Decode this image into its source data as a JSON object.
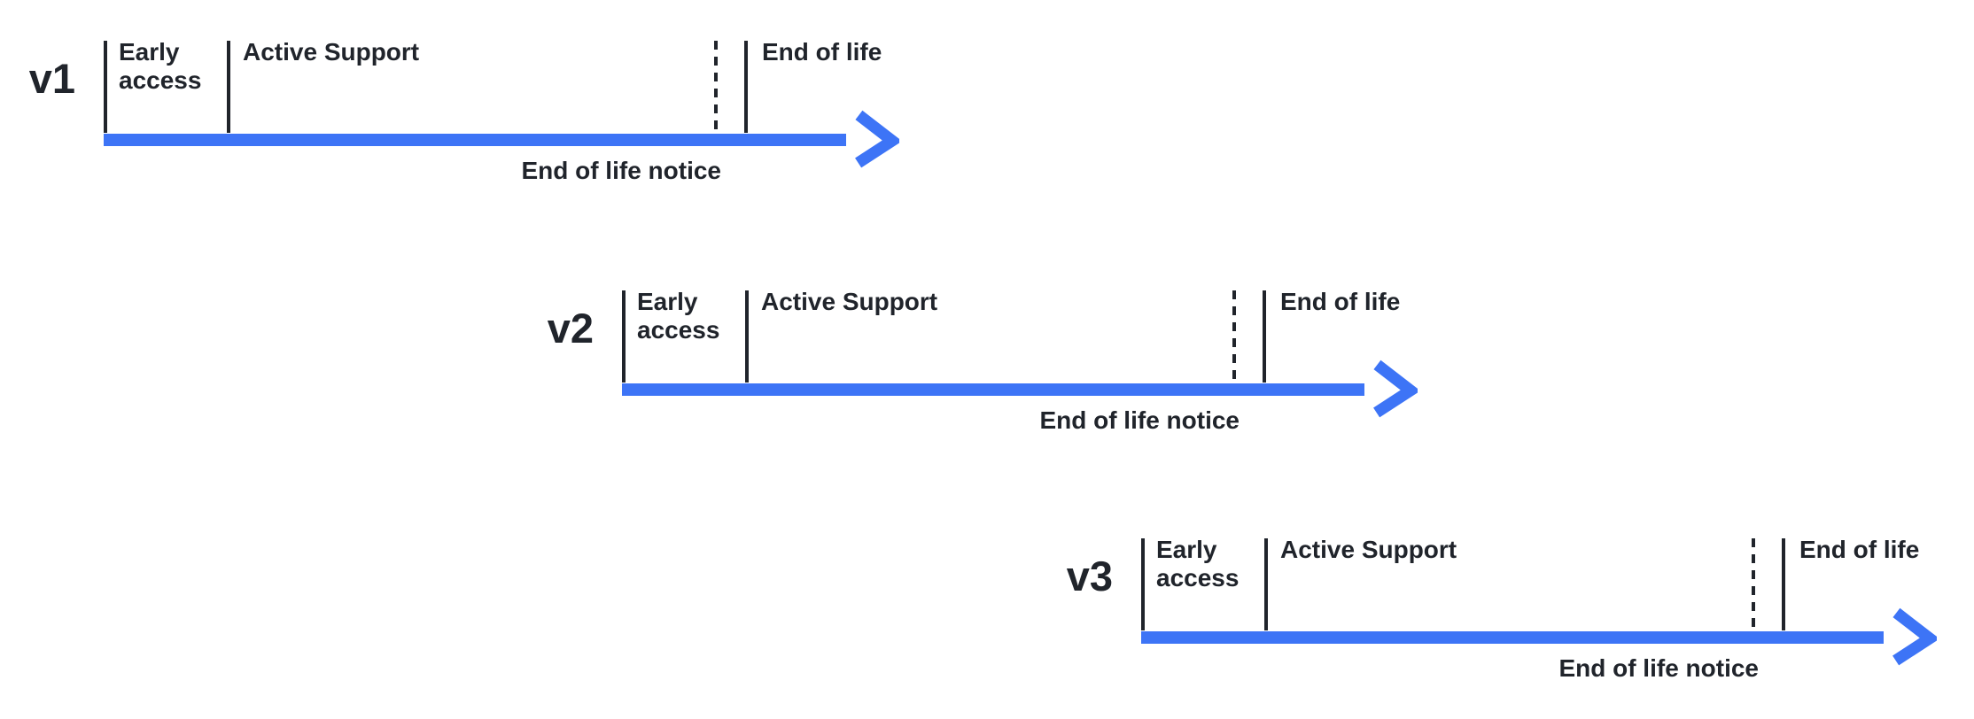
{
  "palette": {
    "arrow_blue": "#3d74f6",
    "ink": "#20242b",
    "background": "#ffffff"
  },
  "phases": {
    "early_access": "Early access",
    "active_support": "Active Support",
    "end_of_life": "End of life",
    "end_of_life_notice": "End of life notice"
  },
  "versions": [
    {
      "label": "v1"
    },
    {
      "label": "v2"
    },
    {
      "label": "v3"
    }
  ]
}
